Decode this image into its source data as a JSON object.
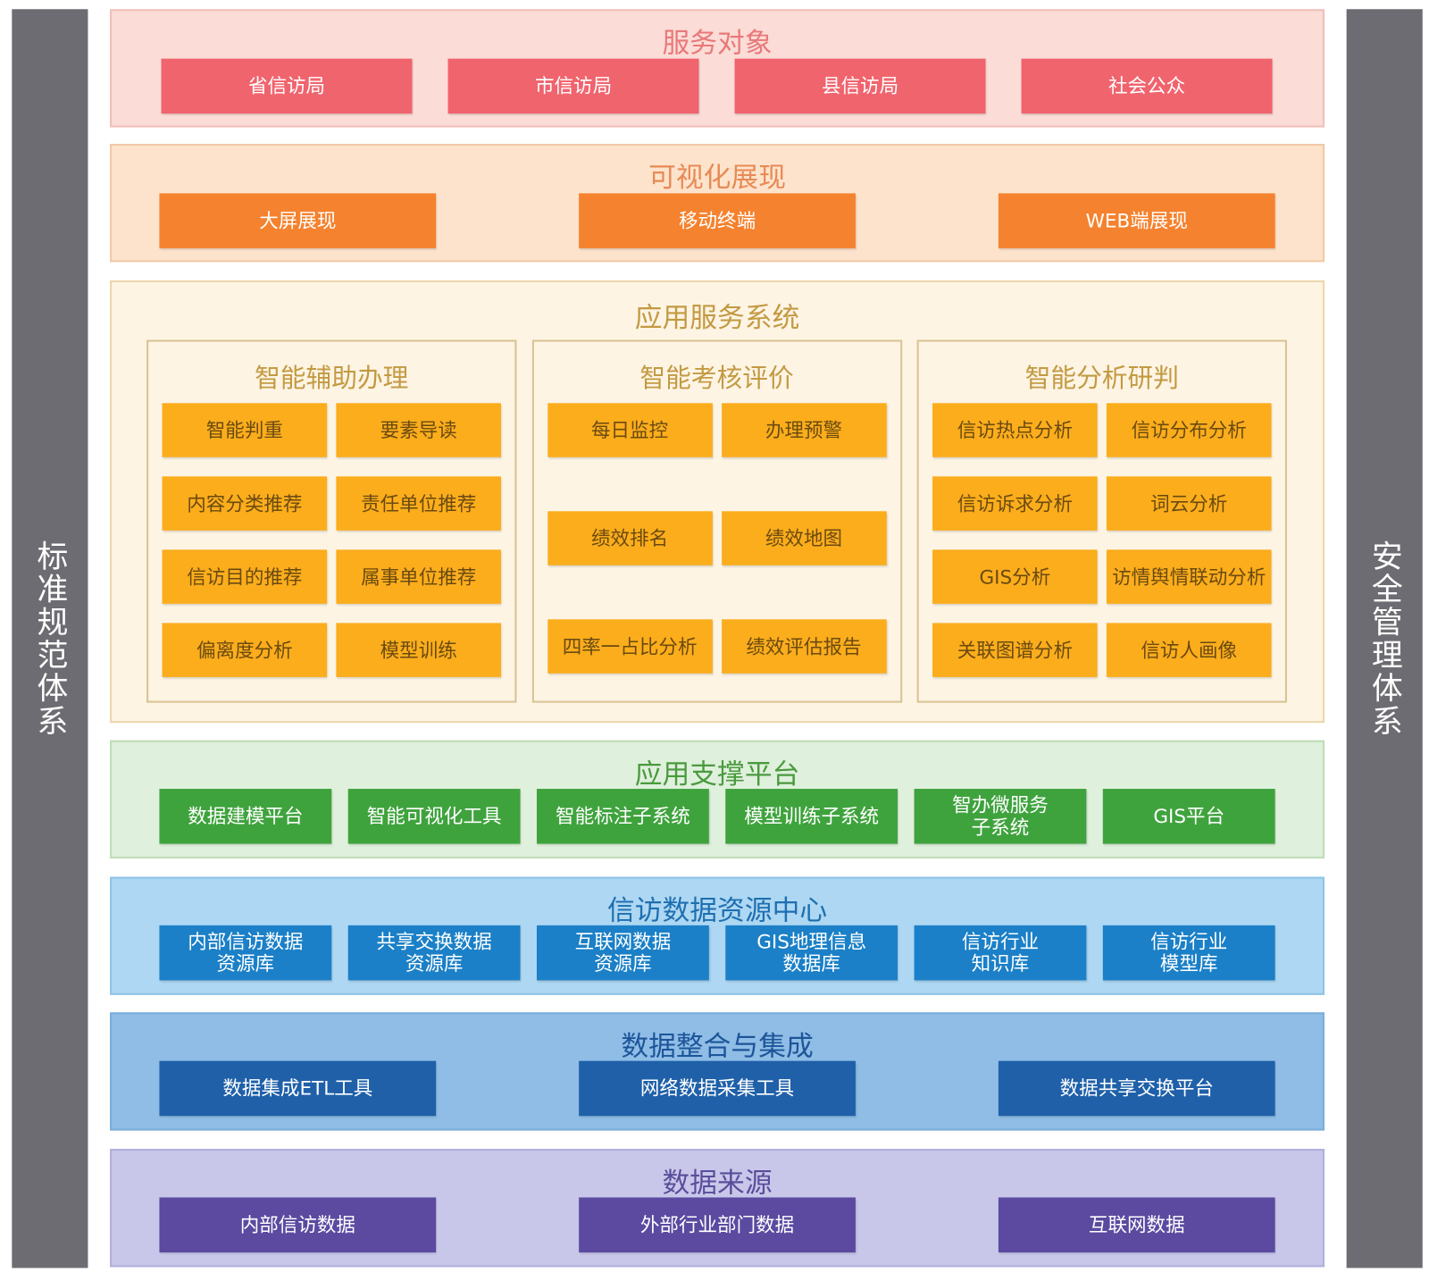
{
  "side_left": "标准规范体系",
  "side_right": "安全管理体系",
  "layers": [
    {
      "title": "服务对象",
      "items": [
        "省信访局",
        "市信访局",
        "县信访局",
        "社会公众"
      ]
    },
    {
      "title": "可视化展现",
      "items": [
        "大屏展现",
        "移动终端",
        "WEB端展现"
      ]
    },
    {
      "title": "应用服务系统",
      "panels": [
        {
          "title": "智能辅助办理",
          "items": [
            "智能判重",
            "要素导读",
            "内容分类推荐",
            "责任单位推荐",
            "信访目的推荐",
            "属事单位推荐",
            "偏离度分析",
            "模型训练"
          ]
        },
        {
          "title": "智能考核评价",
          "items": [
            "每日监控",
            "办理预警",
            "绩效排名",
            "绩效地图",
            "四率一占比分析",
            "绩效评估报告"
          ]
        },
        {
          "title": "智能分析研判",
          "items": [
            "信访热点分析",
            "信访分布分析",
            "信访诉求分析",
            "词云分析",
            "GIS分析",
            "访情舆情联动分析",
            "关联图谱分析",
            "信访人画像"
          ]
        }
      ]
    },
    {
      "title": "应用支撑平台",
      "items": [
        "数据建模平台",
        "智能可视化工具",
        "智能标注子系统",
        "模型训练子系统",
        "智办微服务\n子系统",
        "GIS平台"
      ]
    },
    {
      "title": "信访数据资源中心",
      "items": [
        "内部信访数据\n资源库",
        "共享交换数据\n资源库",
        "互联网数据\n资源库",
        "GIS地理信息\n数据库",
        "信访行业\n知识库",
        "信访行业\n模型库"
      ]
    },
    {
      "title": "数据整合与集成",
      "items": [
        "数据集成ETL工具",
        "网络数据采集工具",
        "数据共享交换平台"
      ]
    },
    {
      "title": "数据来源",
      "items": [
        "内部信访数据",
        "外部行业部门数据",
        "互联网数据"
      ]
    }
  ]
}
